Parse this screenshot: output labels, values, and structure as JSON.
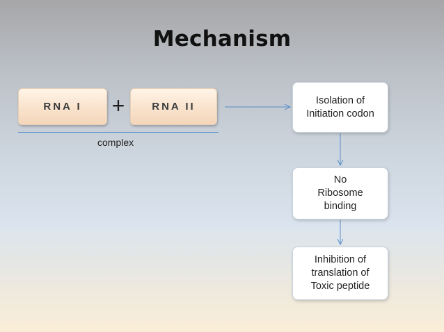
{
  "title": "Mechanism",
  "rna_boxes": {
    "rna1": "RNA I",
    "rna2": "RNA II",
    "plus": "+"
  },
  "complex_label": "complex",
  "flow": [
    {
      "lines": [
        "Isolation of",
        "Initiation codon"
      ]
    },
    {
      "lines": [
        "No",
        "Ribosome",
        "binding"
      ]
    },
    {
      "lines": [
        "Inhibition of",
        "translation of",
        "Toxic peptide"
      ]
    }
  ],
  "colors": {
    "arrow": "#5b8dc9",
    "title": "#111111"
  }
}
